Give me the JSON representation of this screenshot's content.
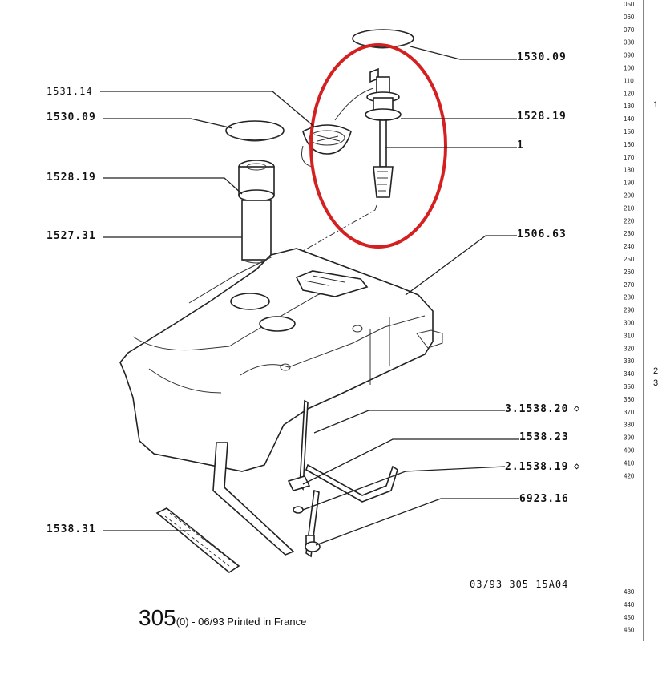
{
  "labels": {
    "top_right_cap": "1530.09",
    "sender_unit": "1528.19",
    "pickup": "1",
    "tank": "1506.63",
    "gasket": "1531.14",
    "cap_left": "1530.09",
    "neck_flange": "1528.19",
    "filler_tube": "1527.31",
    "strap_a": "3.1538.20",
    "bracket": "1538.23",
    "strap_b": "2.1538.19",
    "bolt": "6923.16",
    "pad": "1538.31"
  },
  "arrow_glyph": "◇",
  "footer": {
    "model": "305",
    "suffix": "(0) - 06/93 Printed in France",
    "ref_code": "03/93 305 15A04"
  },
  "row_numbers": [
    "050",
    "060",
    "070",
    "080",
    "090",
    "100",
    "110",
    "120",
    "130",
    "140",
    "150",
    "160",
    "170",
    "180",
    "190",
    "200",
    "210",
    "220",
    "230",
    "240",
    "250",
    "260",
    "270",
    "280",
    "290",
    "300",
    "310",
    "320",
    "330",
    "340",
    "350",
    "360",
    "370",
    "380",
    "390",
    "400",
    "410",
    "420",
    "430",
    "440",
    "450",
    "460"
  ],
  "section_marks": [
    "1",
    "2",
    "3"
  ],
  "highlight_color": "#d42020"
}
